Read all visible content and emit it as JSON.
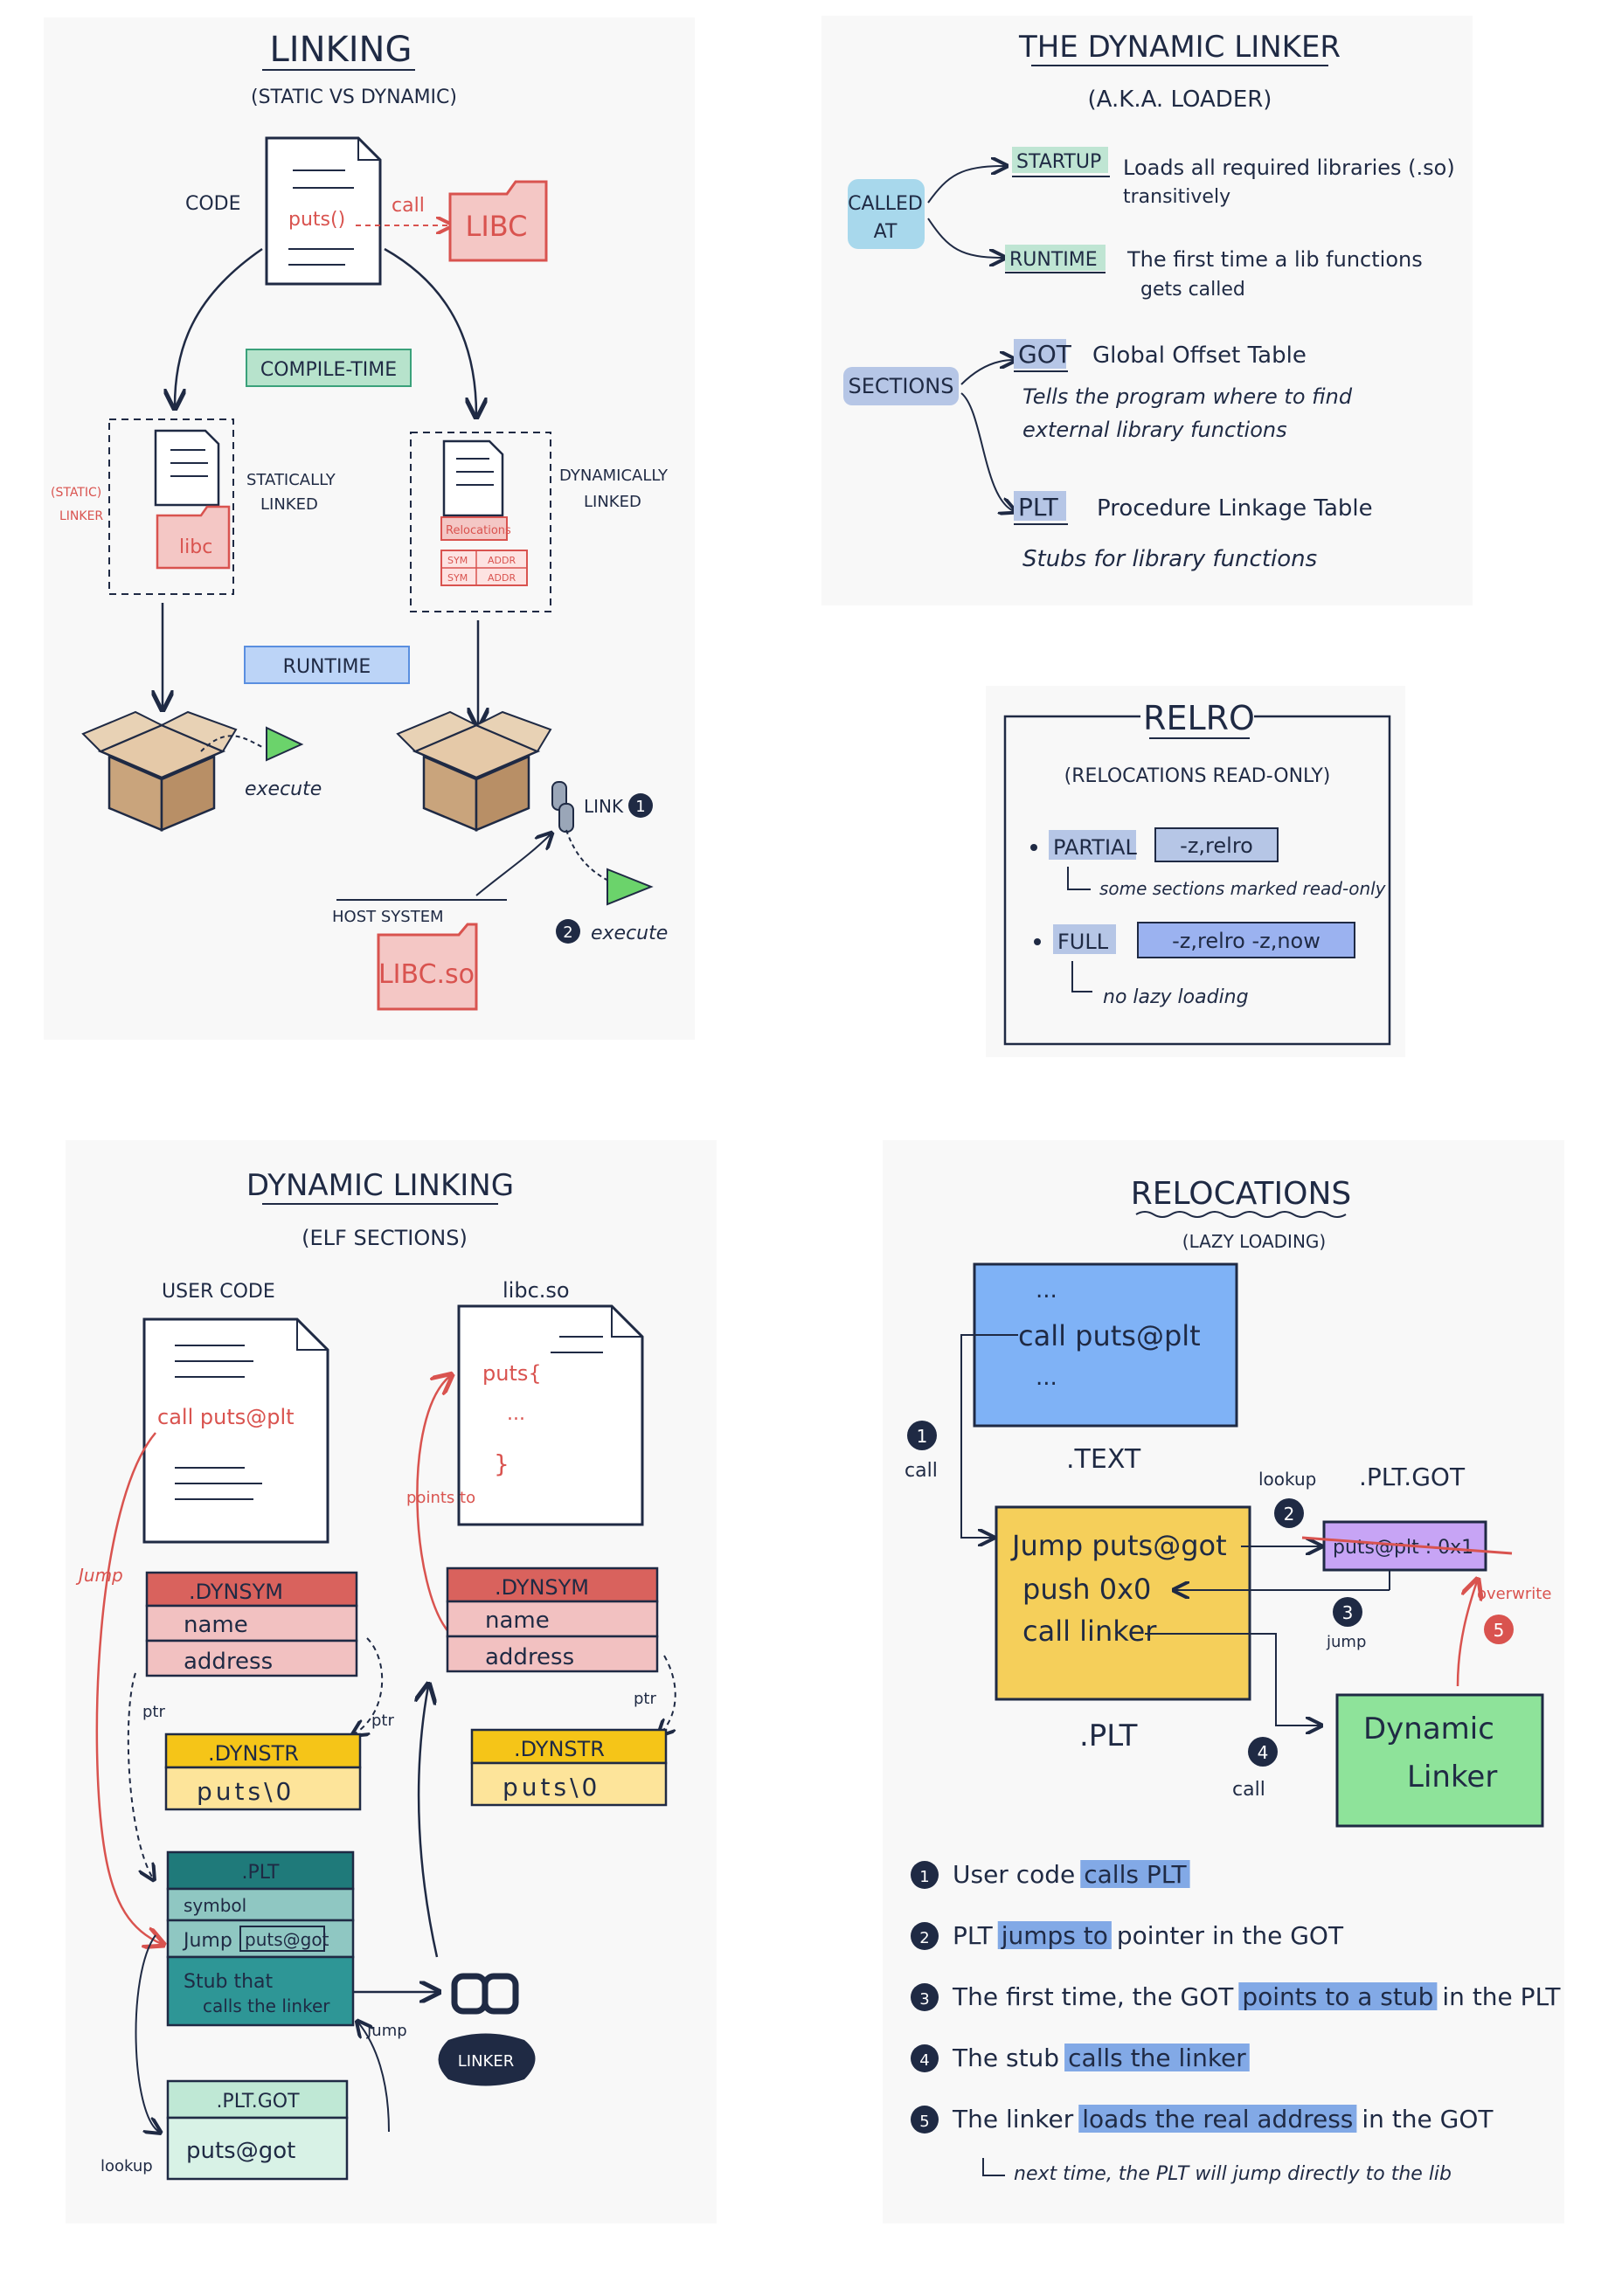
{
  "linking": {
    "title": "LINKING",
    "subtitle": "(STATIC VS DYNAMIC)",
    "code_label": "CODE",
    "puts_label": "puts()",
    "call_label": "call",
    "libc_label": "LIBC",
    "compile_time": "COMPILE-TIME",
    "runtime": "RUNTIME",
    "static_linker_1": "(STATIC)",
    "static_linker_2": "LINKER",
    "libc_small": "libc",
    "statically_1": "STATICALLY",
    "statically_2": "LINKED",
    "dynamically_1": "DYNAMICALLY",
    "dynamically_2": "LINKED",
    "relocations": "Relocations",
    "sym": "SYM",
    "addr": "ADDR",
    "execute_1": "execute",
    "link": "LINK",
    "step_1": "1",
    "step_2": "2",
    "execute_2": "execute",
    "host_system": "HOST SYSTEM",
    "libc_so": "LIBC.so"
  },
  "loader": {
    "title": "THE DYNAMIC LINKER",
    "subtitle": "(A.K.A. LOADER)",
    "called_at_1": "CALLED",
    "called_at_2": "AT",
    "startup": "STARTUP",
    "startup_desc_1": "Loads all required libraries (.so)",
    "startup_desc_2": "transitively",
    "runtime": "RUNTIME",
    "runtime_desc_1": "The first time a lib functions",
    "runtime_desc_2": "gets called",
    "sections": "SECTIONS",
    "got": "GOT",
    "got_desc": "Global Offset Table",
    "got_note_1": "Tells the program where to find",
    "got_note_2": "external library functions",
    "plt": "PLT",
    "plt_desc": "Procedure Linkage Table",
    "plt_note": "Stubs for library functions"
  },
  "relro": {
    "title": "RELRO",
    "subtitle": "(RELOCATIONS READ-ONLY)",
    "partial": "PARTIAL",
    "partial_flag": "-z,relro",
    "partial_note": "some sections marked read-only",
    "full": "FULL",
    "full_flag": "-z,relro -z,now",
    "full_note": "no lazy loading"
  },
  "dynlink": {
    "title": "DYNAMIC LINKING",
    "subtitle": "(ELF SECTIONS)",
    "user_code": "USER CODE",
    "libc_so": "libc.so",
    "call_puts": "call puts@plt",
    "puts_fn": "puts{",
    "dots": "...",
    "close_brace": "}",
    "jump": "Jump",
    "points_to": "points to",
    "dynsym": ".DYNSYM",
    "name": "name",
    "address": "address",
    "ptr": "ptr",
    "dynstr": ".DYNSTR",
    "puts_str": "puts\\0",
    "plt": ".PLT",
    "symbol": "symbol",
    "plt_jump": "Jump",
    "puts_got": "puts@got",
    "stub_1": "Stub that",
    "stub_2": "calls the linker",
    "plt_got": ".PLT.GOT",
    "lookup": "lookup",
    "linker": "LINKER"
  },
  "reloc": {
    "title": "RELOCATIONS",
    "subtitle": "(LAZY LOADING)",
    "dots": "...",
    "call_puts": "call puts@plt",
    "text": ".TEXT",
    "call": "call",
    "lookup": "lookup",
    "plt_got": ".PLT.GOT",
    "got_entry": "puts@plt : 0x1",
    "jump_got": "Jump puts@got",
    "push": "push 0x0",
    "call_linker": "call linker",
    "plt": ".PLT",
    "jump": "jump",
    "overwrite": "overwrite",
    "dynamic": "Dynamic",
    "linker": "Linker",
    "call2": "call",
    "n1": "1",
    "n2": "2",
    "n3": "3",
    "n4": "4",
    "n5": "5"
  },
  "steps": [
    {
      "num": "1",
      "a": "User code",
      "b": "calls PLT",
      "c": ""
    },
    {
      "num": "2",
      "a": "PLT",
      "b": "jumps to",
      "c": "pointer in the GOT"
    },
    {
      "num": "3",
      "a": "The first time, the GOT",
      "b": "points to a stub",
      "c": "in the PLT"
    },
    {
      "num": "4",
      "a": "The stub",
      "b": "calls the linker",
      "c": ""
    },
    {
      "num": "5",
      "a": "The linker",
      "b": "loads the real address",
      "c": "in the GOT"
    }
  ],
  "step5_note": "next time, the PLT will jump directly to the lib",
  "colors": {
    "red": "#d9534f",
    "navy": "#1f2a44",
    "teal": "#1f7a7a",
    "yellow": "#f5c518",
    "blue": "#6fa8f5",
    "green": "#8ee39a",
    "purple": "#c7a4f5"
  }
}
